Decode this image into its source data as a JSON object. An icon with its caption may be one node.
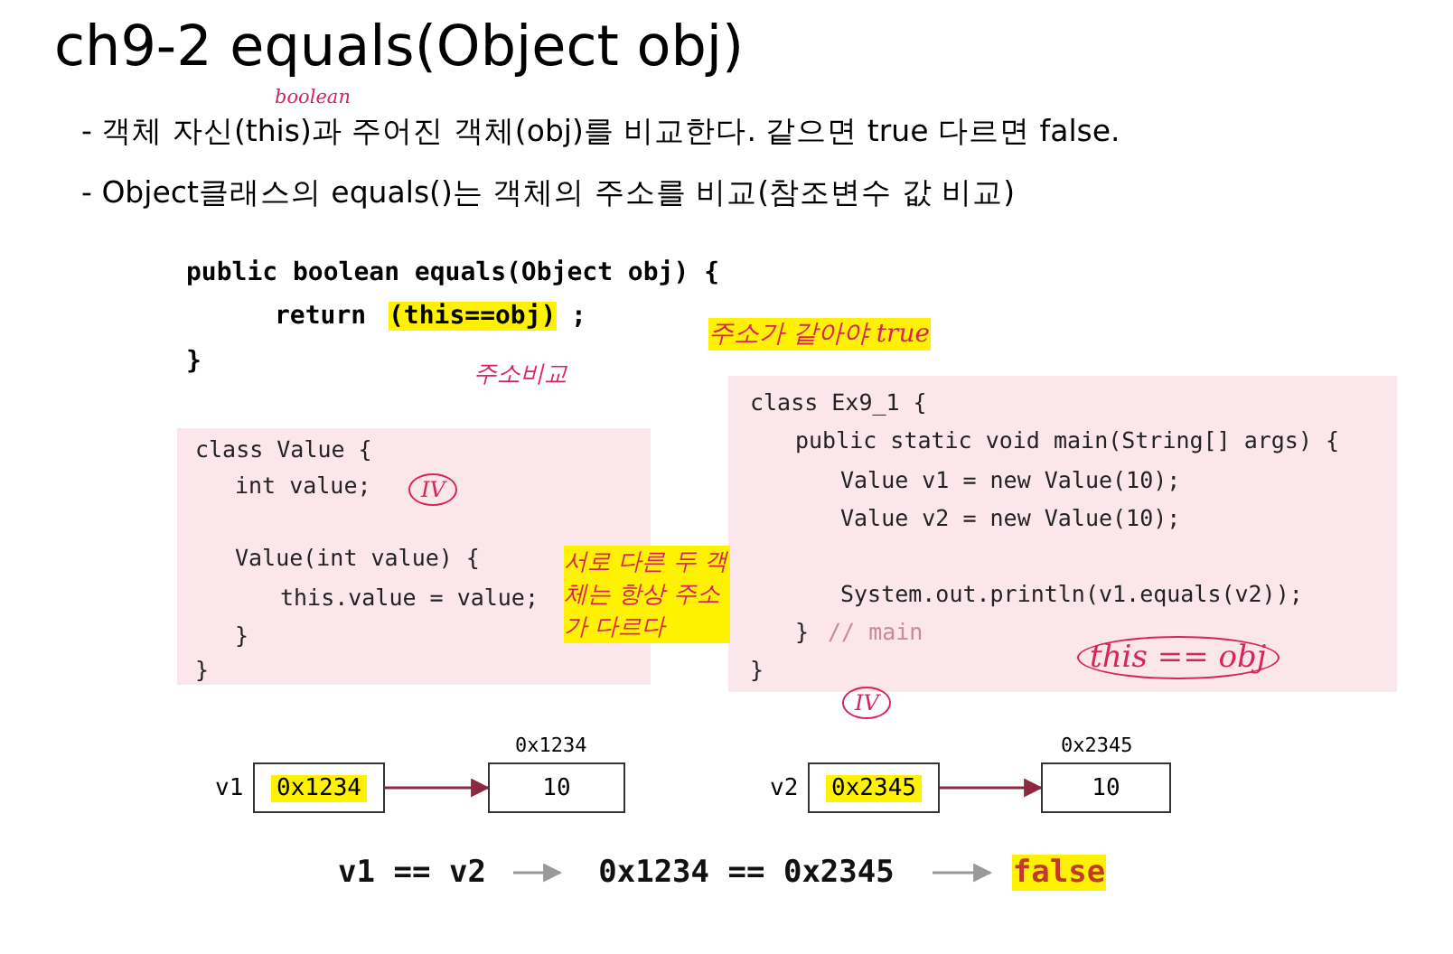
{
  "diagram": {
    "title": "ch9-2 equals(Object obj)",
    "nodes": [
      {
        "text": [
          "class Value {",
          "int value;",
          "Value(int value) {",
          "this.value = value;",
          "}",
          "}"
        ]
      },
      {
        "text": [
          "class Ex9_1 {",
          "public static void main(String[] args) {",
          "Value v1 = new Value(10);",
          "Value v2 = new Value(10);",
          "System.out.println(v1.equals(v2));",
          "}",
          "// main",
          "}"
        ]
      },
      {
        "text": [
          "0x1234"
        ],
        "beside": [
          "v1"
        ]
      },
      {
        "text": [
          "10"
        ],
        "beside": [
          "0x1234"
        ]
      },
      {
        "text": [
          "0x2345"
        ],
        "beside": [
          "v2"
        ]
      },
      {
        "text": [
          "10"
        ],
        "beside": [
          "0x2345"
        ]
      },
      {
        "text": [
          "v1 == v2"
        ]
      },
      {
        "text": [
          "0x1234 == 0x2345"
        ]
      },
      {
        "text": [
          "false"
        ]
      }
    ],
    "edges": [
      {
        "from": 2,
        "to": 3,
        "arrow": "to"
      },
      {
        "from": 4,
        "to": 5,
        "arrow": "to"
      },
      {
        "from": 6,
        "to": 7,
        "arrow": "to",
        "color": "#999999"
      },
      {
        "from": 7,
        "to": 8,
        "arrow": "to",
        "color": "#999999"
      }
    ],
    "labels": [
      "boolean",
      "- 객체 자신(this)과 주어진 객체(obj)를 비교한다. 같으면 true 다르면 false.",
      "- Object클래스의 equals()는 객체의 주소를 비교(참조변수 값 비교)",
      "public boolean equals(Object obj) {",
      "return",
      "(this==obj)",
      ";",
      "}",
      "주소가 같아야 true",
      "주소비교",
      "IV",
      "서로 다른 두 객체는 항상 주소가 다르다",
      "this == obj",
      "IV"
    ]
  }
}
